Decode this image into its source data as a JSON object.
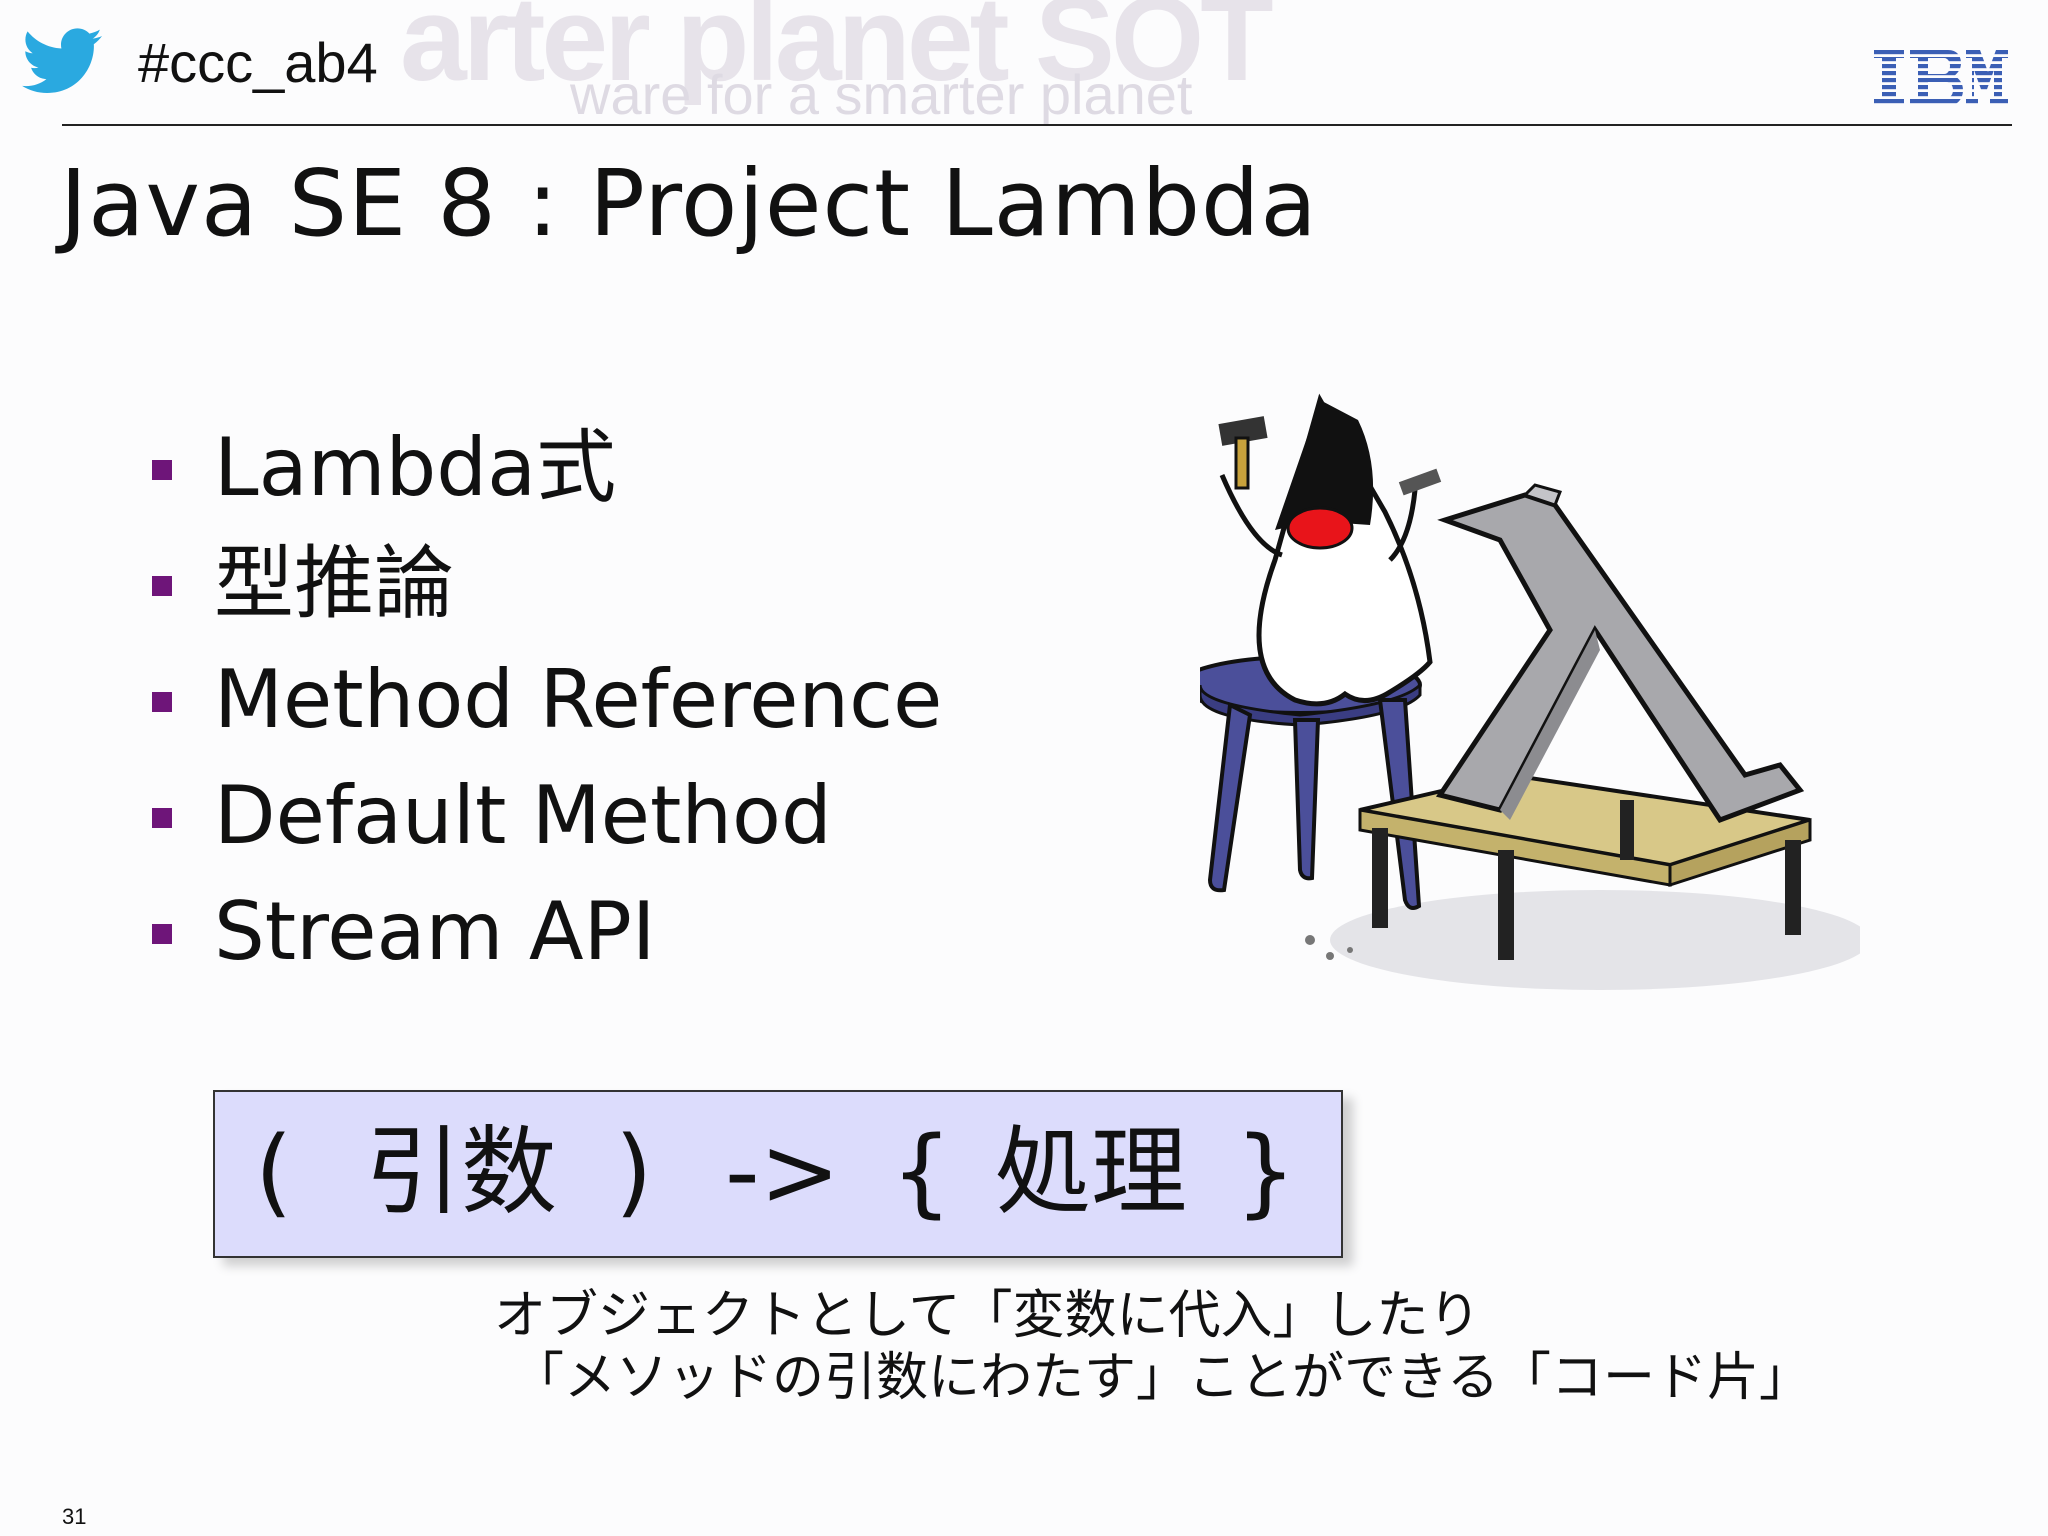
{
  "header": {
    "hashtag": "#ccc_ab4",
    "twitter_icon": "twitter-bird-icon",
    "logo": "IBM",
    "watermark_big": "arter planet SOT",
    "watermark_small": "ware for a smarter planet"
  },
  "slide": {
    "title": "Java SE 8 : Project Lambda",
    "bullets": [
      "Lambda式",
      "型推論",
      "Method Reference",
      "Default Method",
      "Stream API"
    ],
    "syntax": {
      "open_paren": "(",
      "args": "引数",
      "close_paren": ")",
      "arrow": "->",
      "open_brace": "{",
      "body": "処理",
      "close_brace": "}"
    },
    "caption_line1": "オブジェクトとして「変数に代入」したり",
    "caption_line2": "「メソッドの引数にわたす」ことができる「コード片」",
    "page_number": "31"
  },
  "colors": {
    "bullet": "#6e1579",
    "syntax_box": "#dcdcfc",
    "twitter": "#2aa9e0",
    "ibm": "#3b5fb5"
  },
  "illustration": "duke-carving-lambda"
}
